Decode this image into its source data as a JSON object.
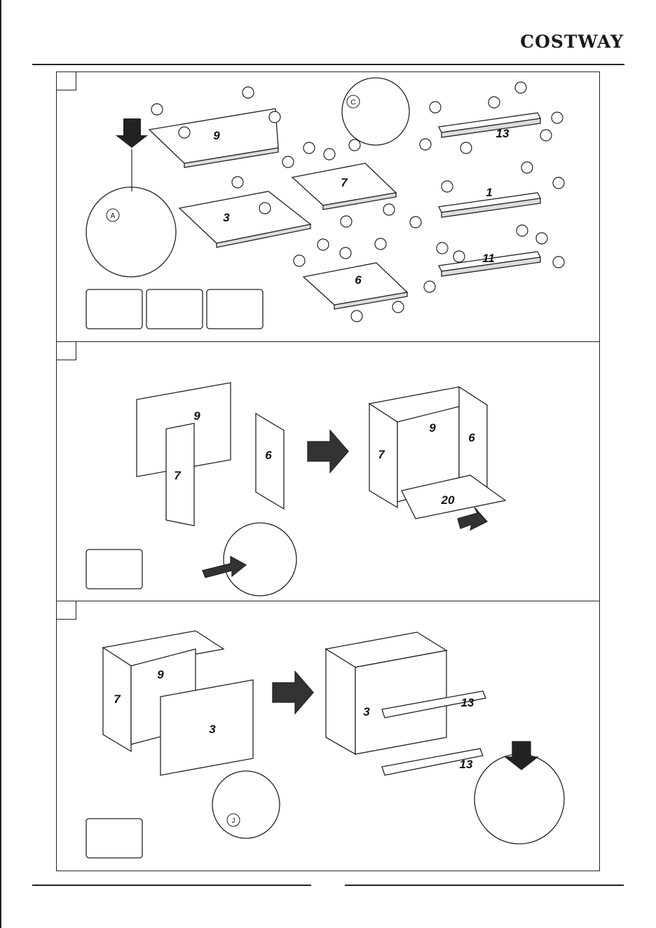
{
  "header": {
    "brand": "COSTWAY"
  },
  "steps": [
    {
      "number": ""
    },
    {
      "number": ""
    },
    {
      "number": ""
    }
  ],
  "step1": {
    "panels": [
      "9",
      "3",
      "7",
      "6",
      "13",
      "1",
      "11"
    ],
    "callouts": [
      "A",
      "C"
    ]
  },
  "step2": {
    "panels": [
      "9",
      "7",
      "6",
      "9",
      "7",
      "6",
      "20"
    ]
  },
  "step3": {
    "panels": [
      "9",
      "7",
      "3",
      "3",
      "13",
      "13"
    ],
    "callouts": [
      "J"
    ]
  }
}
